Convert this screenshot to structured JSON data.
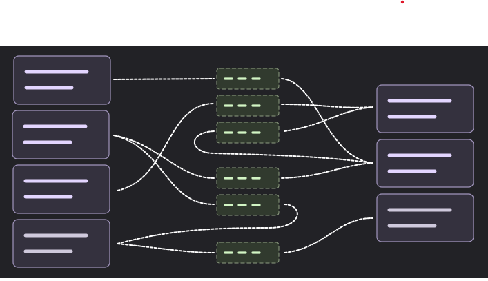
{
  "colors": {
    "page_bg": "#ffffff",
    "panel_bg": "#222226",
    "card_fill": "#34313e",
    "card_border": "#a195bd",
    "card_line_bright": "#e3d5ff",
    "card_line_dim": "#cfc9dc",
    "pill_fill": "#313a2e",
    "pill_border": "#8f9f82",
    "pill_line": "#d2f5c4",
    "connector": "#ffffff",
    "marker": "#e0182b"
  },
  "diagram": {
    "left_nodes": [
      {
        "id": "L1",
        "tone": "bright"
      },
      {
        "id": "L2",
        "tone": "bright"
      },
      {
        "id": "L3",
        "tone": "bright"
      },
      {
        "id": "L4",
        "tone": "dim"
      }
    ],
    "middle_nodes": [
      {
        "id": "M1"
      },
      {
        "id": "M2"
      },
      {
        "id": "M3"
      },
      {
        "id": "M4"
      },
      {
        "id": "M5"
      },
      {
        "id": "M6"
      }
    ],
    "right_nodes": [
      {
        "id": "R1",
        "tone": "bright"
      },
      {
        "id": "R2",
        "tone": "bright"
      },
      {
        "id": "R3",
        "tone": "dim"
      }
    ],
    "connections": [
      {
        "from": "L1",
        "to": "M1"
      },
      {
        "from": "L2",
        "to": "M4"
      },
      {
        "from": "L2",
        "to": "M5"
      },
      {
        "from": "L3",
        "to": "M2"
      },
      {
        "from": "L4",
        "to": "M5"
      },
      {
        "from": "L4",
        "to": "M6"
      },
      {
        "from": "M1",
        "to": "R2"
      },
      {
        "from": "M2",
        "to": "R1"
      },
      {
        "from": "M3",
        "to": "R1"
      },
      {
        "from": "M3",
        "to": "R2"
      },
      {
        "from": "M4",
        "to": "R2"
      },
      {
        "from": "M6",
        "to": "R3"
      }
    ]
  }
}
